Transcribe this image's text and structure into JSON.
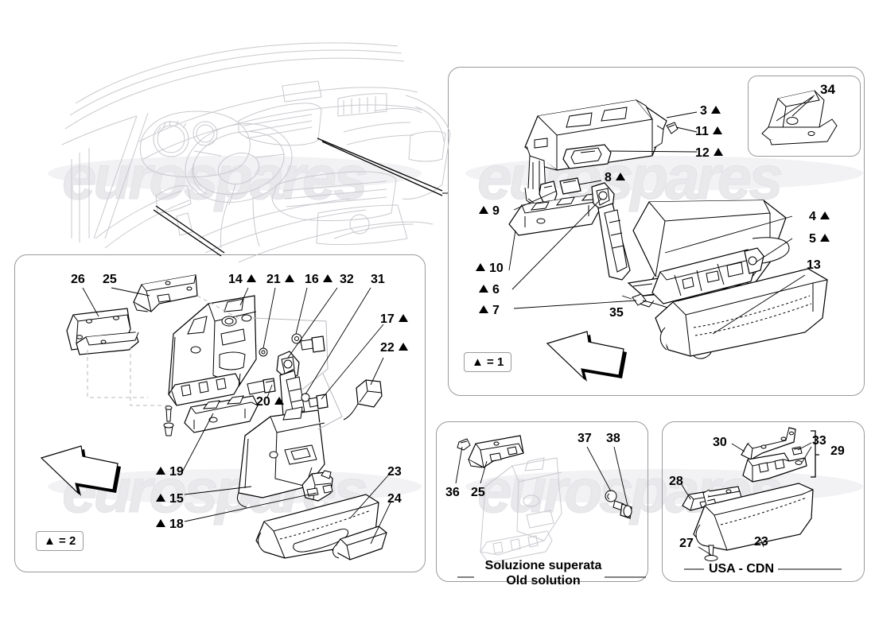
{
  "diagram": {
    "title": "Glove compartment exploded parts diagram",
    "watermark_text": "eurospares"
  },
  "panel_main": {
    "key_legend": "▲ = 1",
    "labels": [
      {
        "id": "p3",
        "text": "3",
        "triangle": "after"
      },
      {
        "id": "p11",
        "text": "11",
        "triangle": "after"
      },
      {
        "id": "p12",
        "text": "12",
        "triangle": "after"
      },
      {
        "id": "p8",
        "text": "8",
        "triangle": "after"
      },
      {
        "id": "p9",
        "text": "9",
        "triangle": "before"
      },
      {
        "id": "p10",
        "text": "10",
        "triangle": "before"
      },
      {
        "id": "p6",
        "text": "6",
        "triangle": "before"
      },
      {
        "id": "p7",
        "text": "7",
        "triangle": "before"
      },
      {
        "id": "p4",
        "text": "4",
        "triangle": "after"
      },
      {
        "id": "p5",
        "text": "5",
        "triangle": "after"
      },
      {
        "id": "p13",
        "text": "13",
        "triangle": "none"
      },
      {
        "id": "p35",
        "text": "35",
        "triangle": "none"
      }
    ],
    "inset": {
      "label": "34"
    }
  },
  "panel_left": {
    "key_legend": "▲ = 2",
    "labels": [
      {
        "id": "q26",
        "text": "26",
        "triangle": "none"
      },
      {
        "id": "q25",
        "text": "25",
        "triangle": "none"
      },
      {
        "id": "q14",
        "text": "14",
        "triangle": "after"
      },
      {
        "id": "q21",
        "text": "21",
        "triangle": "after"
      },
      {
        "id": "q16",
        "text": "16",
        "triangle": "after"
      },
      {
        "id": "q32",
        "text": "32",
        "triangle": "none"
      },
      {
        "id": "q31",
        "text": "31",
        "triangle": "none"
      },
      {
        "id": "q17",
        "text": "17",
        "triangle": "after"
      },
      {
        "id": "q22",
        "text": "22",
        "triangle": "after"
      },
      {
        "id": "q20",
        "text": "20",
        "triangle": "after"
      },
      {
        "id": "q19",
        "text": "19",
        "triangle": "before"
      },
      {
        "id": "q15",
        "text": "15",
        "triangle": "before"
      },
      {
        "id": "q18",
        "text": "18",
        "triangle": "before"
      },
      {
        "id": "q23",
        "text": "23",
        "triangle": "none"
      },
      {
        "id": "q24",
        "text": "24",
        "triangle": "none"
      }
    ]
  },
  "panel_old": {
    "caption_it": "Soluzione superata",
    "caption_en": "Old solution",
    "labels": [
      {
        "id": "r36",
        "text": "36"
      },
      {
        "id": "r25",
        "text": "25"
      },
      {
        "id": "r37",
        "text": "37"
      },
      {
        "id": "r38",
        "text": "38"
      }
    ]
  },
  "panel_usa": {
    "caption": "USA - CDN",
    "labels": [
      {
        "id": "s30",
        "text": "30"
      },
      {
        "id": "s33",
        "text": "33"
      },
      {
        "id": "s29",
        "text": "29"
      },
      {
        "id": "s28",
        "text": "28"
      },
      {
        "id": "s27",
        "text": "27"
      },
      {
        "id": "s23",
        "text": "23"
      }
    ]
  },
  "colors": {
    "line": "#000000",
    "panel_border": "#9a9a9e",
    "watermark": "#e9e9ec",
    "ghost_line": "#c9c9cf"
  }
}
